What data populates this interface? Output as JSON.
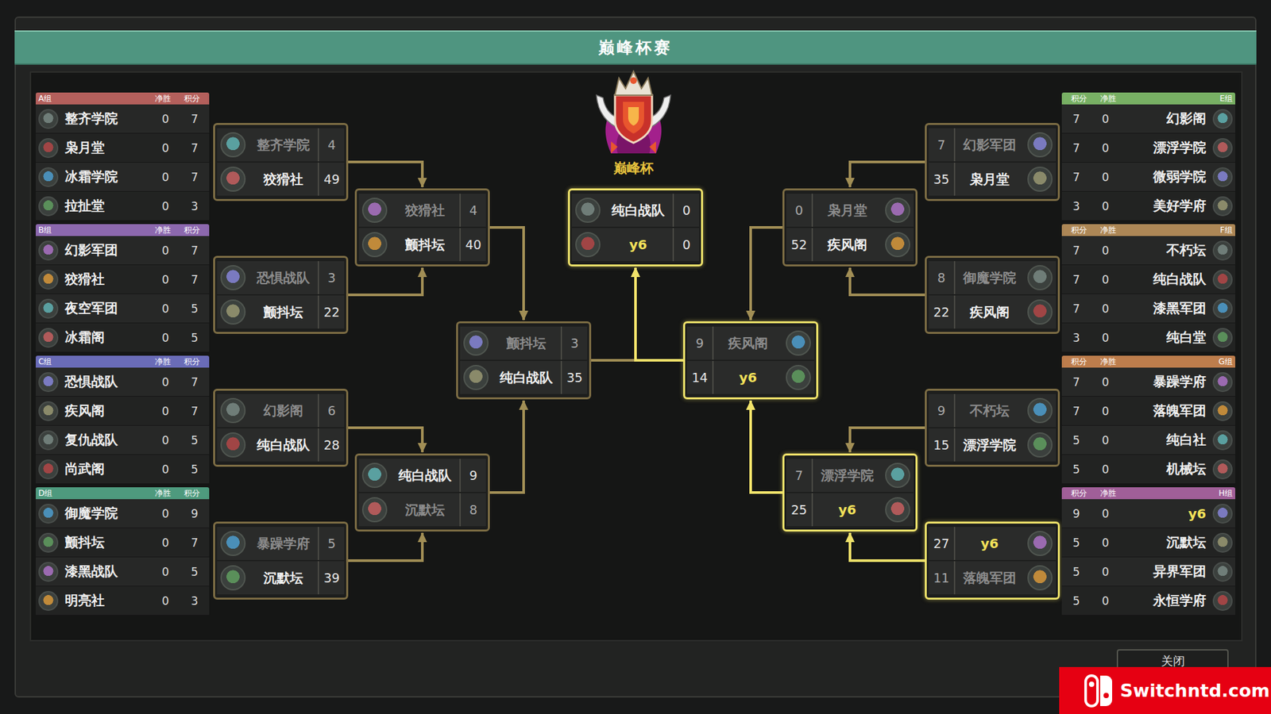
{
  "diagram": {
    "title": "巅峰杯赛",
    "nodes": [
      {
        "text": [
          "A组",
          "净胜",
          "积分",
          "整齐学院",
          "0",
          "7",
          "枭月堂",
          "0",
          "7",
          "冰霜学院",
          "0",
          "7",
          "拉扯堂",
          "0",
          "3"
        ]
      },
      {
        "text": [
          "B组",
          "净胜",
          "积分",
          "幻影军团",
          "0",
          "7",
          "狡猾社",
          "0",
          "7",
          "夜空军团",
          "0",
          "5",
          "冰霜阁",
          "0",
          "5"
        ]
      },
      {
        "text": [
          "C组",
          "净胜",
          "积分",
          "恐惧战队",
          "0",
          "7",
          "疾风阁",
          "0",
          "7",
          "复仇战队",
          "0",
          "5",
          "尚武阁",
          "0",
          "5"
        ]
      },
      {
        "text": [
          "D组",
          "净胜",
          "积分",
          "御魔学院",
          "0",
          "9",
          "颤抖坛",
          "0",
          "7",
          "漆黑战队",
          "0",
          "5",
          "明亮社",
          "0",
          "3"
        ]
      },
      {
        "text": [
          "整齐学院",
          "4",
          "狡猾社",
          "49"
        ]
      },
      {
        "text": [
          "恐惧战队",
          "3",
          "颤抖坛",
          "22"
        ]
      },
      {
        "text": [
          "幻影阁",
          "6",
          "纯白战队",
          "28"
        ]
      },
      {
        "text": [
          "暴躁学府",
          "5",
          "沉默坛",
          "39"
        ]
      },
      {
        "text": [
          "狡猾社",
          "4",
          "颤抖坛",
          "40"
        ]
      },
      {
        "text": [
          "纯白战队",
          "9",
          "沉默坛",
          "8"
        ]
      },
      {
        "text": [
          "颤抖坛",
          "3",
          "纯白战队",
          "35"
        ]
      },
      {
        "text": [
          "纯白战队",
          "0",
          "y6",
          "0"
        ]
      },
      {
        "text": [
          "9",
          "疾风阁",
          "14",
          "y6"
        ]
      },
      {
        "text": [
          "0",
          "枭月堂",
          "52",
          "疾风阁"
        ]
      },
      {
        "text": [
          "7",
          "漂浮学院",
          "25",
          "y6"
        ]
      },
      {
        "text": [
          "7",
          "幻影军团",
          "35",
          "枭月堂"
        ]
      },
      {
        "text": [
          "8",
          "御魔学院",
          "22",
          "疾风阁"
        ]
      },
      {
        "text": [
          "9",
          "不朽坛",
          "15",
          "漂浮学院"
        ]
      },
      {
        "text": [
          "27",
          "y6",
          "11",
          "落魄军团"
        ]
      },
      {
        "text": [
          "积分",
          "净胜",
          "E组",
          "7",
          "0",
          "幻影阁",
          "7",
          "0",
          "漂浮学院",
          "7",
          "0",
          "微弱学院",
          "3",
          "0",
          "美好学府"
        ]
      },
      {
        "text": [
          "积分",
          "净胜",
          "F组",
          "7",
          "0",
          "不朽坛",
          "7",
          "0",
          "纯白战队",
          "7",
          "0",
          "漆黑军团",
          "3",
          "0",
          "纯白堂"
        ]
      },
      {
        "text": [
          "积分",
          "净胜",
          "G组",
          "7",
          "0",
          "暴躁学府",
          "7",
          "0",
          "落魄军团",
          "5",
          "0",
          "纯白社",
          "5",
          "0",
          "机械坛"
        ]
      },
      {
        "text": [
          "积分",
          "净胜",
          "H组",
          "9",
          "0",
          "y6",
          "5",
          "0",
          "沉默坛",
          "5",
          "0",
          "异界军团",
          "5",
          "0",
          "永恒学府"
        ]
      },
      {
        "text": [
          "关闭"
        ]
      }
    ],
    "edges": [
      {
        "from": 4,
        "to": 8,
        "arrow": "to"
      },
      {
        "from": 5,
        "to": 8,
        "arrow": "to"
      },
      {
        "from": 6,
        "to": 9,
        "arrow": "to"
      },
      {
        "from": 7,
        "to": 9,
        "arrow": "to"
      },
      {
        "from": 8,
        "to": 10,
        "arrow": "to"
      },
      {
        "from": 9,
        "to": 10,
        "arrow": "to"
      },
      {
        "from": 10,
        "to": 11,
        "arrow": "to"
      },
      {
        "from": 12,
        "to": 11,
        "arrow": "to"
      },
      {
        "from": 15,
        "to": 13,
        "arrow": "to"
      },
      {
        "from": 16,
        "to": 13,
        "arrow": "to"
      },
      {
        "from": 17,
        "to": 14,
        "arrow": "to"
      },
      {
        "from": 18,
        "to": 14,
        "arrow": "to"
      },
      {
        "from": 13,
        "to": 12,
        "arrow": "to"
      },
      {
        "from": 14,
        "to": 12,
        "arrow": "to"
      }
    ],
    "labels": [
      "巅峰杯",
      "Switchntd.com"
    ]
  }
}
